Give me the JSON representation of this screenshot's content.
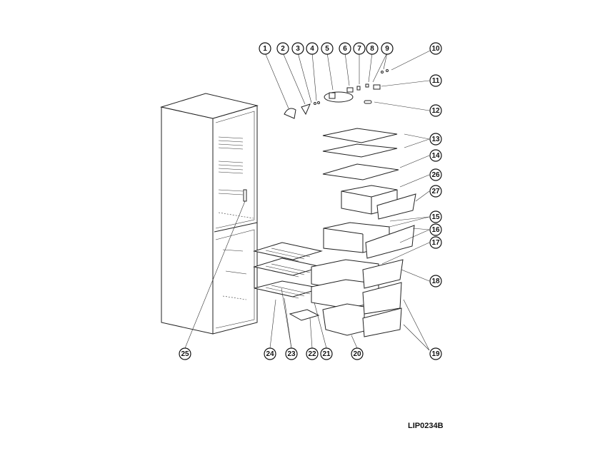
{
  "diagram": {
    "type": "exploded-parts-diagram",
    "callouts": [
      "1",
      "2",
      "3",
      "4",
      "5",
      "6",
      "7",
      "8",
      "9",
      "10",
      "11",
      "12",
      "13",
      "14",
      "15",
      "16",
      "17",
      "18",
      "19",
      "20",
      "21",
      "22",
      "23",
      "24",
      "25",
      "26",
      "27"
    ],
    "drawing_code": "LIP0234B"
  }
}
